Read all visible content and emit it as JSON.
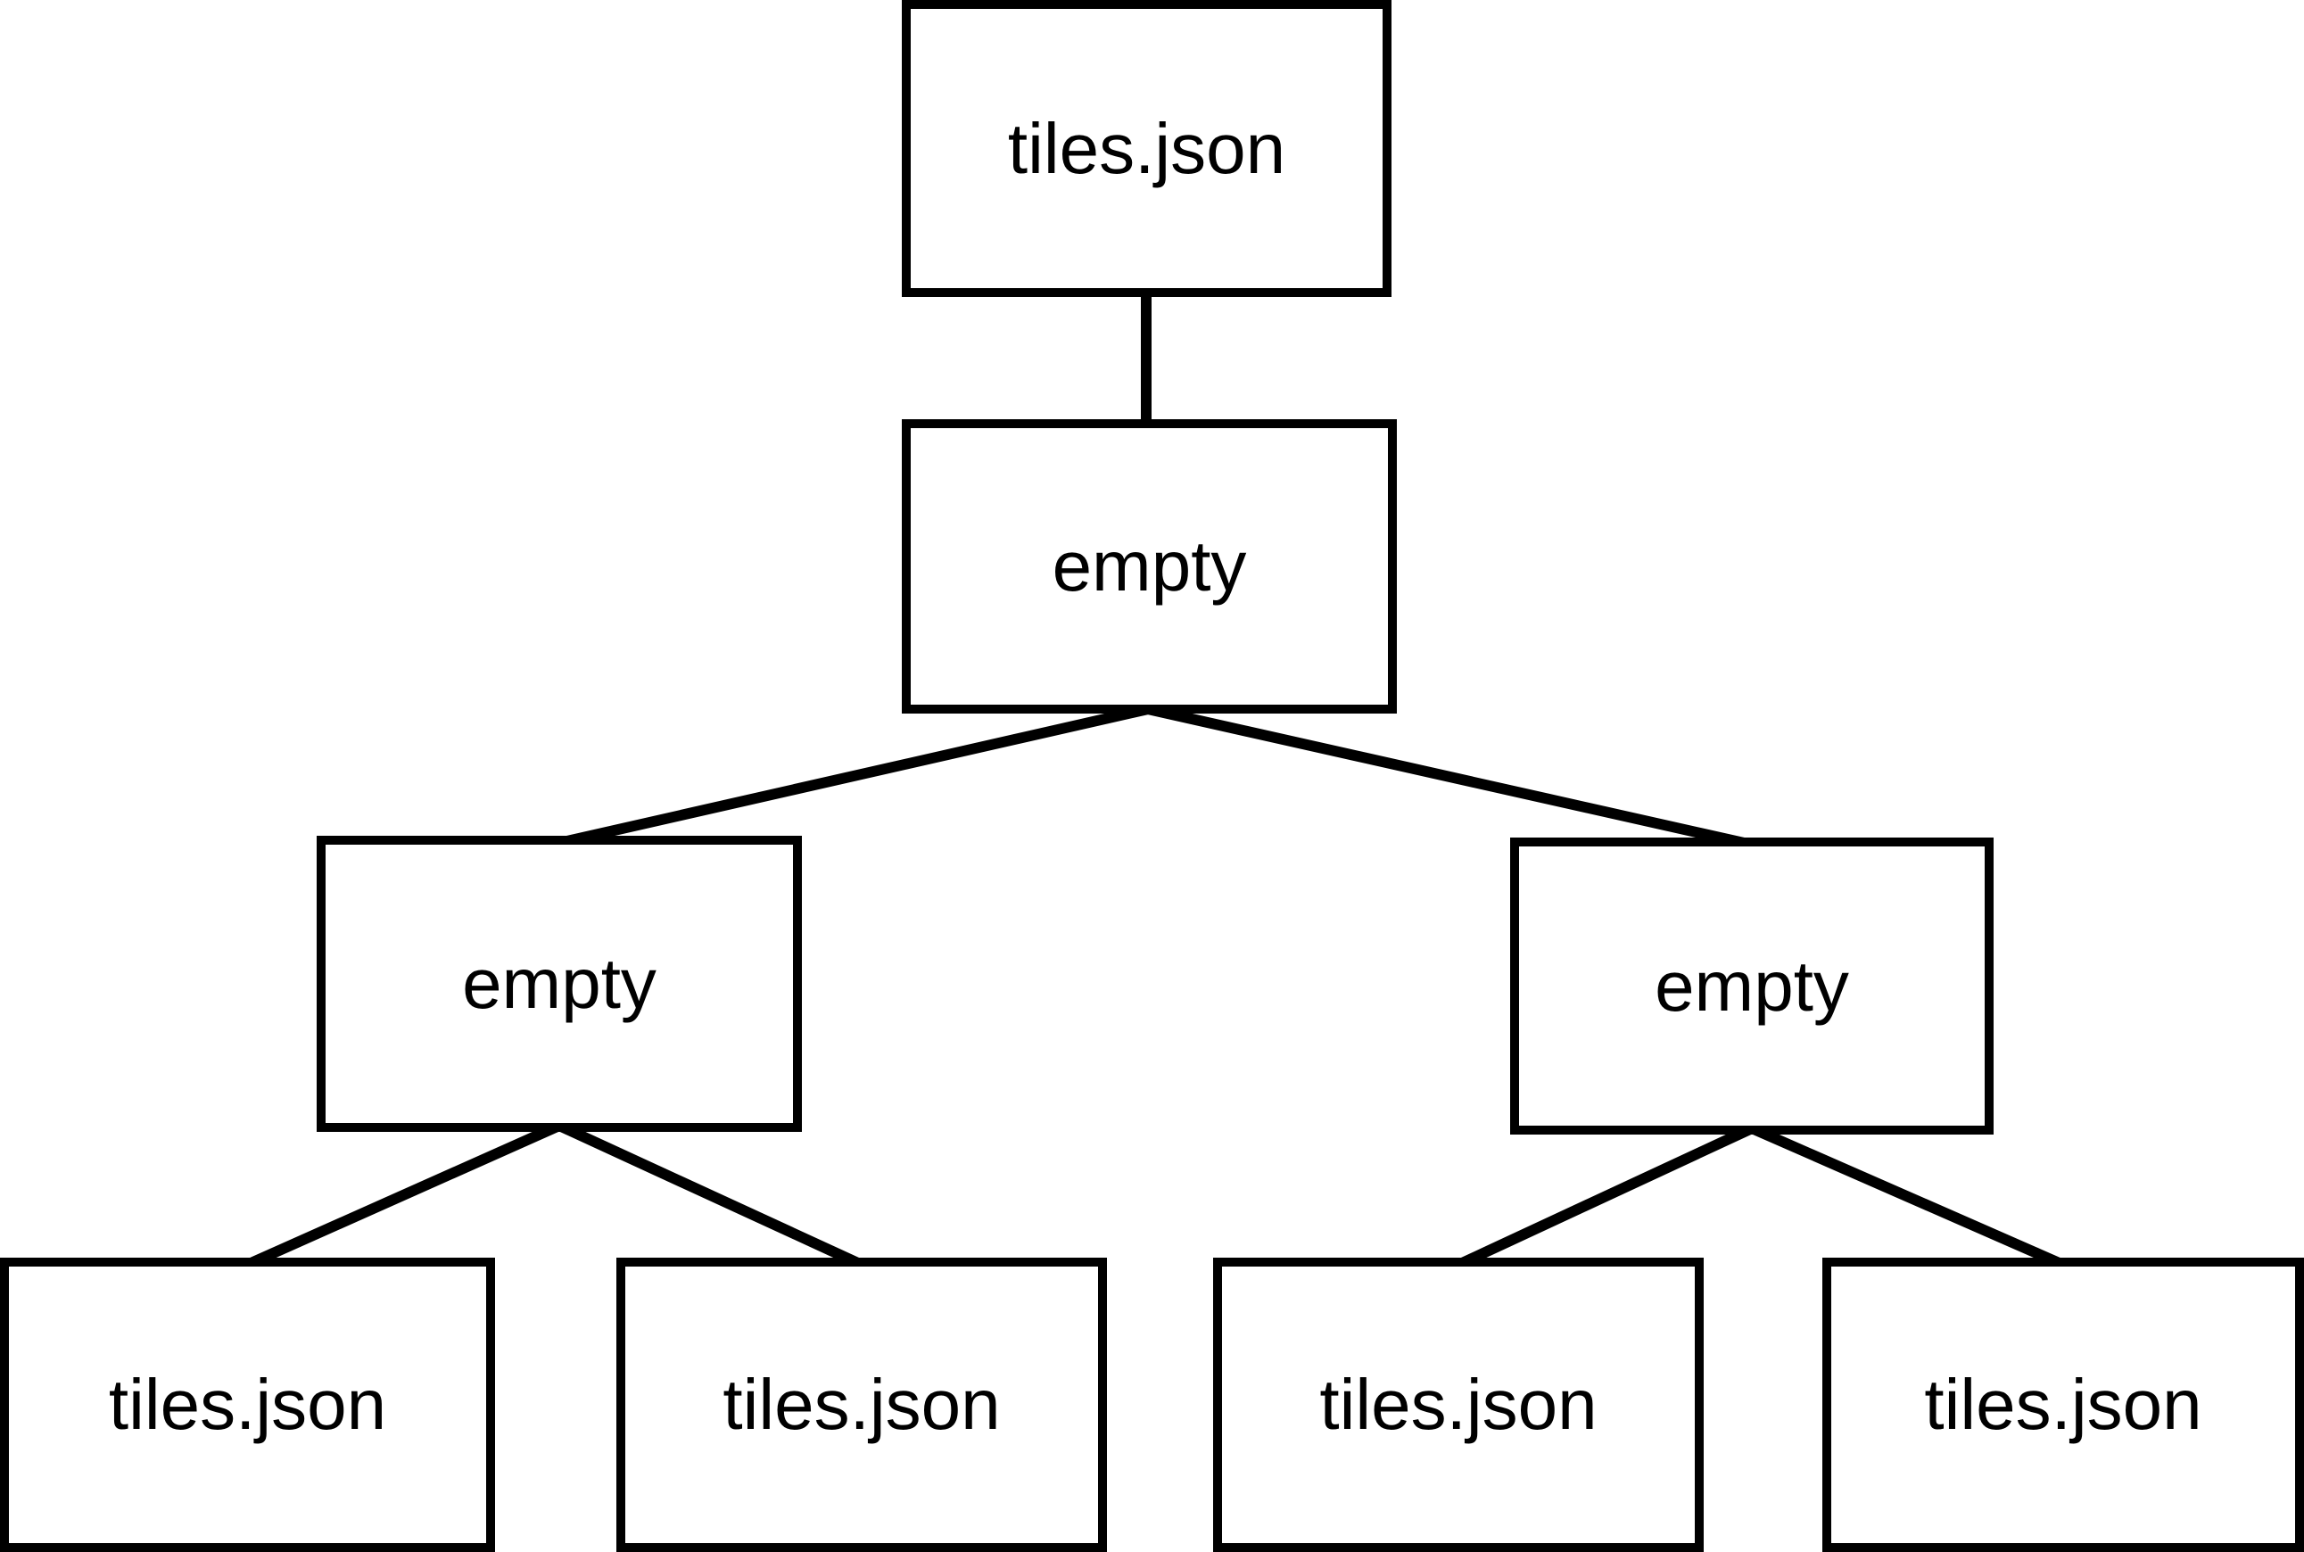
{
  "diagram": {
    "type": "tree",
    "background_color": "#ffffff",
    "line_color": "#000000",
    "box_fill": "#ffffff",
    "text_color": "#000000",
    "nodes": {
      "root": {
        "label": "tiles.json"
      },
      "mid": {
        "label": "empty"
      },
      "left": {
        "label": "empty"
      },
      "right": {
        "label": "empty"
      },
      "leaf1": {
        "label": "tiles.json"
      },
      "leaf2": {
        "label": "tiles.json"
      },
      "leaf3": {
        "label": "tiles.json"
      },
      "leaf4": {
        "label": "tiles.json"
      }
    },
    "edges": [
      {
        "from": "root",
        "to": "mid"
      },
      {
        "from": "mid",
        "to": "left"
      },
      {
        "from": "mid",
        "to": "right"
      },
      {
        "from": "left",
        "to": "leaf1"
      },
      {
        "from": "left",
        "to": "leaf2"
      },
      {
        "from": "right",
        "to": "leaf3"
      },
      {
        "from": "right",
        "to": "leaf4"
      }
    ]
  }
}
